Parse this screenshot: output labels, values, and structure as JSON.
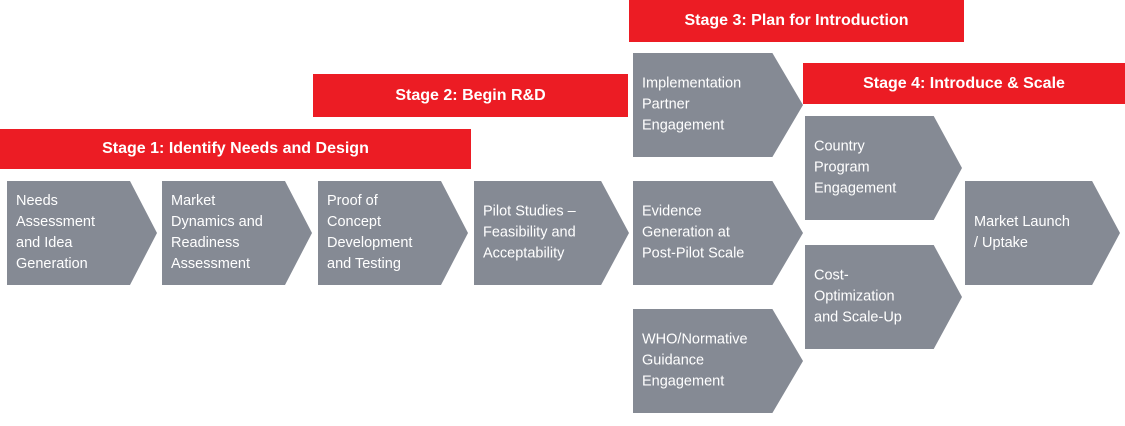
{
  "stages": {
    "stage1": "Stage 1: Identify Needs and Design",
    "stage2": "Stage 2: Begin R&D",
    "stage3": "Stage 3: Plan for Introduction",
    "stage4": "Stage 4: Introduce & Scale"
  },
  "steps": {
    "needs_assessment": "Needs\nAssessment\nand Idea\nGeneration",
    "market_dynamics": "Market\nDynamics and\nReadiness\nAssessment",
    "proof_of_concept": "Proof of\nConcept\nDevelopment\nand Testing",
    "pilot_studies": "Pilot Studies –\nFeasibility and\nAcceptability",
    "implementation_partner": "Implementation\nPartner\nEngagement",
    "evidence_generation": "Evidence\nGeneration at\nPost-Pilot Scale",
    "who_normative": "WHO/Normative\nGuidance\nEngagement",
    "country_program": "Country\nProgram\nEngagement",
    "cost_optimization": "Cost-\nOptimization\nand Scale-Up",
    "market_launch": "Market Launch\n/ Uptake"
  },
  "colors": {
    "banner": "#ec1c24",
    "step": "#858a94",
    "text": "#ffffff"
  }
}
